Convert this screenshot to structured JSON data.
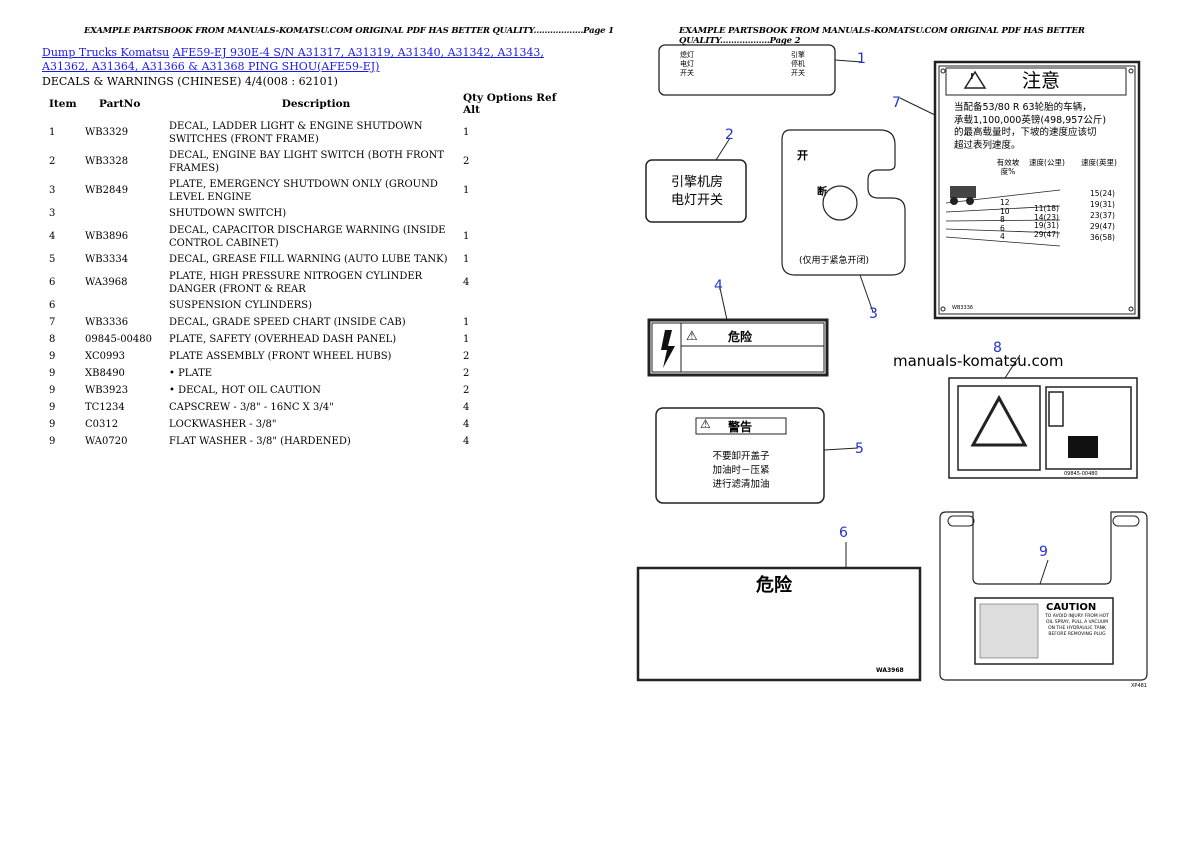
{
  "header": {
    "page1": "EXAMPLE PARTSBOOK FROM MANUALS-KOMATSU.COM ORIGINAL PDF HAS BETTER QUALITY..................Page 1",
    "page2": "EXAMPLE PARTSBOOK FROM MANUALS-KOMATSU.COM ORIGINAL PDF HAS BETTER QUALITY..................Page 2"
  },
  "title": {
    "link1": "Dump Trucks Komatsu",
    "link2": "AFE59-EJ 930E-4 S/N A31317, A31319, A31340, A31342, A31343, A31362, A31364, A31366 & A31368 PING SHOU(AFE59-EJ)",
    "subtitle": "DECALS & WARNINGS (CHINESE) 4/4(008 : 62101)"
  },
  "table": {
    "headers": [
      "Item",
      "PartNo",
      "Description",
      "Qty Options Ref Alt"
    ],
    "rows": [
      {
        "item": "1",
        "part": "WB3329",
        "desc": "DECAL, LADDER LIGHT & ENGINE SHUTDOWN SWITCHES (FRONT FRAME)",
        "qty": "1"
      },
      {
        "item": "2",
        "part": "WB3328",
        "desc": "DECAL, ENGINE BAY LIGHT SWITCH (BOTH FRONT FRAMES)",
        "qty": "2"
      },
      {
        "item": "3",
        "part": "WB2849",
        "desc": "PLATE, EMERGENCY SHUTDOWN ONLY (GROUND LEVEL ENGINE",
        "qty": "1"
      },
      {
        "item": "3",
        "part": "",
        "desc": "SHUTDOWN SWITCH)",
        "qty": ""
      },
      {
        "item": "4",
        "part": "WB3896",
        "desc": "DECAL, CAPACITOR DISCHARGE WARNING (INSIDE CONTROL CABINET)",
        "qty": "1"
      },
      {
        "item": "5",
        "part": "WB3334",
        "desc": "DECAL, GREASE FILL WARNING (AUTO LUBE TANK)",
        "qty": "1"
      },
      {
        "item": "6",
        "part": "WA3968",
        "desc": "PLATE, HIGH PRESSURE NITROGEN CYLINDER DANGER (FRONT & REAR",
        "qty": "4"
      },
      {
        "item": "6",
        "part": "",
        "desc": "SUSPENSION CYLINDERS)",
        "qty": ""
      },
      {
        "item": "7",
        "part": "WB3336",
        "desc": "DECAL, GRADE SPEED CHART (INSIDE CAB)",
        "qty": "1"
      },
      {
        "item": "8",
        "part": "09845-00480",
        "desc": "PLATE, SAFETY (OVERHEAD DASH PANEL)",
        "qty": "1"
      },
      {
        "item": "9",
        "part": "XC0993",
        "desc": "PLATE ASSEMBLY (FRONT WHEEL HUBS)",
        "qty": "2"
      },
      {
        "item": "9",
        "part": "XB8490",
        "desc": "• PLATE",
        "qty": "2"
      },
      {
        "item": "9",
        "part": "WB3923",
        "desc": "• DECAL, HOT OIL CAUTION",
        "qty": "2"
      },
      {
        "item": "9",
        "part": "TC1234",
        "desc": "CAPSCREW - 3/8\" - 16NC X 3/4\"",
        "qty": "4"
      },
      {
        "item": "9",
        "part": "C0312",
        "desc": "LOCKWASHER - 3/8\"",
        "qty": "4"
      },
      {
        "item": "9",
        "part": "WA0720",
        "desc": "FLAT WASHER - 3/8\" (HARDENED)",
        "qty": "4"
      }
    ]
  },
  "diagram": {
    "watermark": "manuals-komatsu.com",
    "callouts": [
      "1",
      "2",
      "3",
      "4",
      "5",
      "6",
      "7",
      "8",
      "9"
    ],
    "decal1": {
      "left1": "熄灯",
      "left2": "电灯",
      "left3": "开关",
      "right1": "引擎",
      "right2": "停机",
      "right3": "开关"
    },
    "decal2": {
      "line1": "引擎机房",
      "line2": "电灯开关"
    },
    "decal3": {
      "top": "开",
      "mid": "断",
      "bottom": "(仅用于紧急开闭)"
    },
    "decal4": {
      "title": "危险"
    },
    "decal5": {
      "title": "警告",
      "line1": "不要卸开盖子",
      "line2": "加油时－压紧",
      "line3": "进行滤清加油"
    },
    "decal6": {
      "title": "危险",
      "code": "WA3968"
    },
    "decal7": {
      "title": "注意",
      "line1": "当配备53/80 R 63轮胎的车辆，",
      "line2": "承载1,100,000英镑(498,957公斤)",
      "line3": "的最高载量时，下坡的速度应该切",
      "line4": "超过表列速度。",
      "col1": "有效坡度%",
      "col2": "速度(公里)",
      "col3": "速度(英里)",
      "grades": [
        "12",
        "10",
        "8",
        "6",
        "4"
      ],
      "speeds1": [
        "11(18)",
        "14(23)",
        "19(31)",
        "29(47)"
      ],
      "speeds2": [
        "15(24)",
        "19(31)",
        "23(37)",
        "29(47)",
        "36(58)"
      ],
      "code": "WB3336"
    },
    "decal8": {
      "code": "09845-00480"
    },
    "decal9": {
      "title": "CAUTION",
      "text": "TO AVOID INJURY FROM HOT OIL SPRAY, PULL A VACUUM ON THE HYDRAULIC TANK BEFORE REMOVING PLUG"
    },
    "sheet_code": "XP481"
  }
}
